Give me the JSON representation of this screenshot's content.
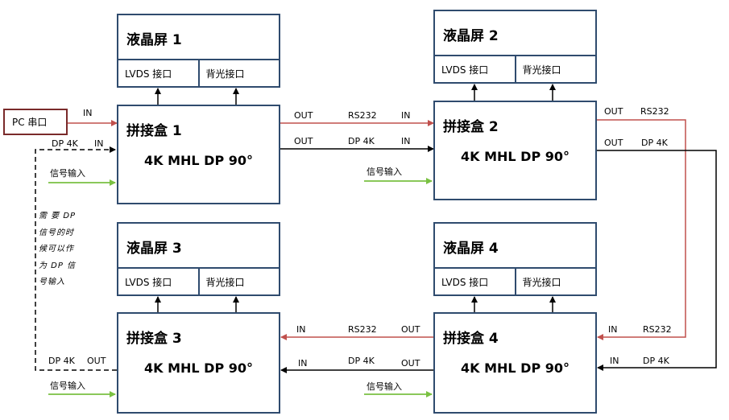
{
  "pc_port": "PC 串口",
  "lcds": [
    {
      "title": "液晶屏  1",
      "ports": [
        "LVDS 接口",
        "背光接口"
      ]
    },
    {
      "title": "液晶屏  2",
      "ports": [
        "LVDS 接口",
        "背光接口"
      ]
    },
    {
      "title": "液晶屏  3",
      "ports": [
        "LVDS 接口",
        "背光接口"
      ]
    },
    {
      "title": "液晶屏  4",
      "ports": [
        "LVDS 接口",
        "背光接口"
      ]
    }
  ],
  "splicers": [
    {
      "title": "拼接盒 1",
      "subtitle": "4K MHL DP 90°"
    },
    {
      "title": "拼接盒 2",
      "subtitle": "4K MHL DP 90°"
    },
    {
      "title": "拼接盒 3",
      "subtitle": "4K MHL DP 90°"
    },
    {
      "title": "拼接盒 4",
      "subtitle": "4K MHL DP 90°"
    }
  ],
  "labels": {
    "in": "IN",
    "out": "OUT",
    "rs232": "RS232",
    "dp4k": "DP 4K",
    "signal_input": "信号输入"
  },
  "note_lines": [
    "需 要 DP",
    "信号的时",
    "候可以作",
    "为 DP 信",
    "号输入"
  ],
  "colors": {
    "box_border": "#2f4b6e",
    "rs232_line": "#c0504d",
    "signal_line": "#7ac142",
    "dp_line": "#000000"
  }
}
